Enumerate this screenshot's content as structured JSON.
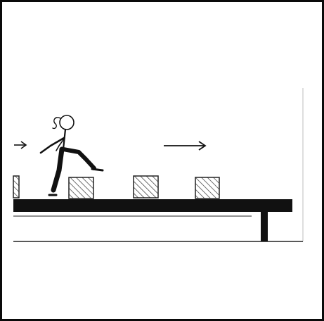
{
  "figure": {
    "subject": "stick-figure-stepping-over-obstacles",
    "colors": {
      "ink": "#111111",
      "hatch": "#333333",
      "paper": "#ffffff",
      "frame": "#0a0a0a"
    },
    "obstacle_count": 4,
    "arrows": [
      "left-arrow-right-pointing",
      "center-arrow-right-pointing"
    ]
  }
}
